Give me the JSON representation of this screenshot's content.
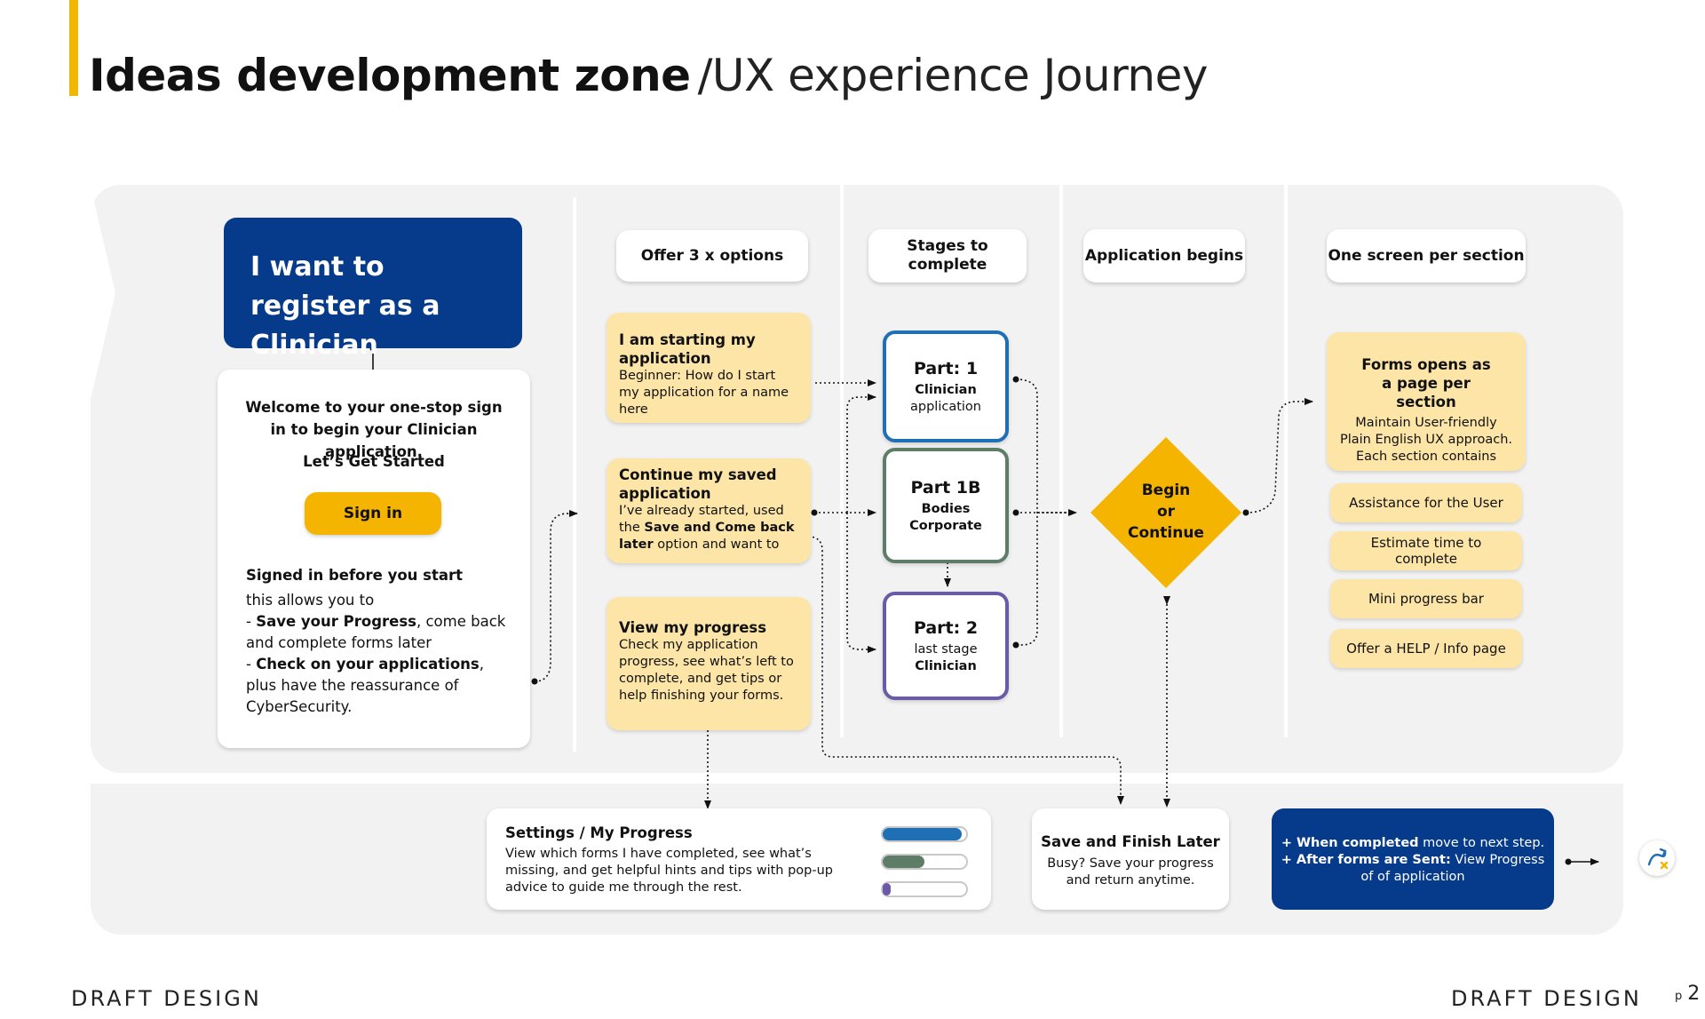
{
  "header": {
    "title_bold": "Ideas development zone",
    "title_light": "/UX experience Journey"
  },
  "col1": {
    "register_title": "I want to register as a Clinician",
    "welcome_text": "Welcome to your one-stop sign in to begin your Clinician application.",
    "lets_get_started": "Let’s Get Started",
    "sign_in_label": "Sign in",
    "signed_in_heading": "Signed in before you start",
    "allows_text": "this allows you to",
    "save_progress_bold": "Save your Progress",
    "save_progress_rest": ", come back and complete forms later",
    "check_apps_bold": "Check on your applications",
    "check_apps_rest": ", plus have the reassurance of CyberSecurity."
  },
  "col2": {
    "header": "Offer 3 x options",
    "options": [
      {
        "title": "I am starting my application",
        "body": "Beginner: How do I start my application for a name here"
      },
      {
        "title": "Continue my saved application",
        "body_a": "I’ve already started, used the ",
        "body_b": "Save and Come back later",
        "body_c": " option and want to"
      },
      {
        "title": "View my progress",
        "body": "Check my application progress, see what’s left to complete, and get tips or help finishing your forms."
      }
    ]
  },
  "col3": {
    "header": "Stages to complete",
    "stages": [
      {
        "title": "Part: 1",
        "sub_plain": "",
        "sub_bold": "Clinician",
        "sub_tail": "application",
        "color": "#1f6fb5"
      },
      {
        "title": "Part 1B",
        "sub_plain": "",
        "sub_bold": "Bodies Corporate",
        "sub_tail": "",
        "color": "#5e7d66"
      },
      {
        "title": "Part: 2",
        "sub_plain": "last stage",
        "sub_bold": "Clinician",
        "sub_tail": "",
        "color": "#6b5aa8"
      }
    ]
  },
  "col4": {
    "header": "Application begins",
    "decision_line1": "Begin",
    "decision_line2": "or",
    "decision_line3": "Continue",
    "decision_color": "#f5b400"
  },
  "col5": {
    "header": "One screen per section",
    "forms_title": "Forms opens as a page per section",
    "forms_body": "Maintain User-friendly Plain English UX approach. Each section contains",
    "features": [
      "Assistance for the User",
      "Estimate time to complete",
      "Mini progress bar",
      "Offer a HELP / Info page"
    ]
  },
  "bottom": {
    "settings_title": "Settings / My Progress",
    "settings_body": "View which forms I have completed, see what’s missing, and get helpful hints and tips with pop-up advice to guide me through the rest.",
    "progress": [
      {
        "value": 0.95,
        "color": "#1f6fb5"
      },
      {
        "value": 0.5,
        "color": "#5e7d66"
      },
      {
        "value": 0.1,
        "color": "#6b5aa8"
      }
    ],
    "save_title": "Save and Finish Later",
    "save_body": "Busy? Save your progress and return anytime.",
    "next_line1_bold": "+ When completed",
    "next_line1_rest": " move to next step.",
    "next_line2_bold": "+ After forms are Sent:",
    "next_line2_rest": " View Progress",
    "next_line3": "of of application"
  },
  "footer": {
    "left": "DRAFT DESIGN",
    "right": "DRAFT DESIGN",
    "page_prefix": "p",
    "page_number": "2"
  },
  "colors": {
    "navy": "#063a8a",
    "accent_yellow": "#f2b705",
    "option_fill": "#fce5a6",
    "panel_grey": "#f2f2f2"
  }
}
